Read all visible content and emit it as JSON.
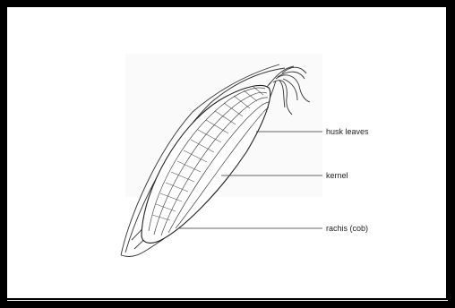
{
  "diagram": {
    "labels": {
      "husk": "husk leaves",
      "kernel": "kernel",
      "rachis": "rachis (cob)"
    }
  },
  "colors": {
    "border": "#000000",
    "ink": "#222222",
    "background": "#ffffff"
  }
}
